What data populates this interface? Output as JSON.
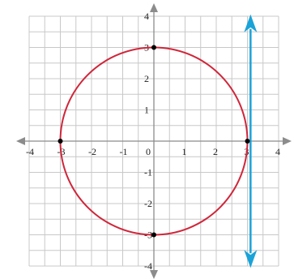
{
  "chart_data": {
    "type": "scatter",
    "title": "",
    "xlabel": "",
    "ylabel": "",
    "xlim": [
      -4,
      4
    ],
    "ylim": [
      -4,
      4
    ],
    "grid": true,
    "x_ticks": [
      "-4",
      "-3",
      "-2",
      "-1",
      "0",
      "1",
      "2",
      "3",
      "4"
    ],
    "y_ticks": [
      "4",
      "3",
      "2",
      "1",
      "-1",
      "-2",
      "-3",
      "-4"
    ],
    "circle": {
      "center": [
        0,
        0
      ],
      "radius": 3,
      "color": "#d0263a"
    },
    "vertical_line": {
      "x": 3.1,
      "y_from": -3.8,
      "y_to": 3.8,
      "color": "#1aa3d8"
    },
    "points": [
      {
        "x": 0,
        "y": 3
      },
      {
        "x": 0,
        "y": -3
      },
      {
        "x": -3,
        "y": 0
      },
      {
        "x": 3,
        "y": 0
      }
    ],
    "axis_color": "#8c8c8c",
    "grid_color": "#c8c8c8"
  }
}
